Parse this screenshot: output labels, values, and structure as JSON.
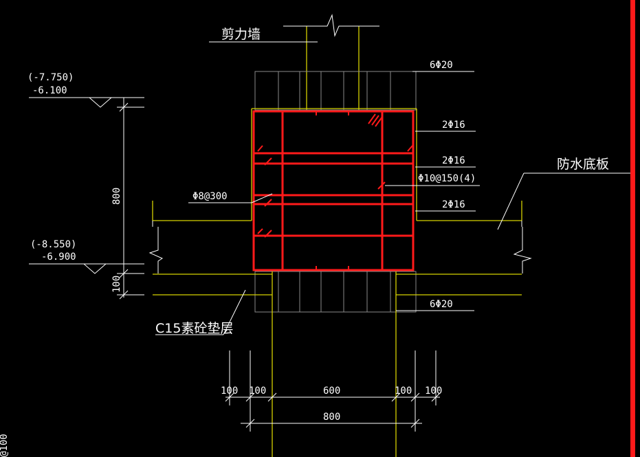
{
  "labels": {
    "shear_wall": "剪力墙",
    "waterproof_slab": "防水底板",
    "cushion": "C15素砼垫层",
    "top_rebar": "6Φ20",
    "bottom_rebar": "6Φ20",
    "side_rebar_1": "2Φ16",
    "side_rebar_2": "2Φ16",
    "side_rebar_3": "2Φ16",
    "stirrup": "Φ10@150(4)",
    "lacing_bar": "Φ8@300",
    "elev_top_paren": "(-7.750)",
    "elev_top": "-6.100",
    "elev_bot_paren": "(-8.550)",
    "elev_bot": "-6.900",
    "dim_height": "800",
    "dim_cushion": "100",
    "dim_d1": "100",
    "dim_d2": "100",
    "dim_d3": "600",
    "dim_d4": "100",
    "dim_d5": "100",
    "dim_total": "800",
    "edge_text": "@100"
  },
  "colors": {
    "background": "#000000",
    "outline": "#d6d200",
    "rebar": "#ff1a1a",
    "text": "#ffffff",
    "hatch": "#8a8a8a",
    "border": "#ff1a1a"
  }
}
